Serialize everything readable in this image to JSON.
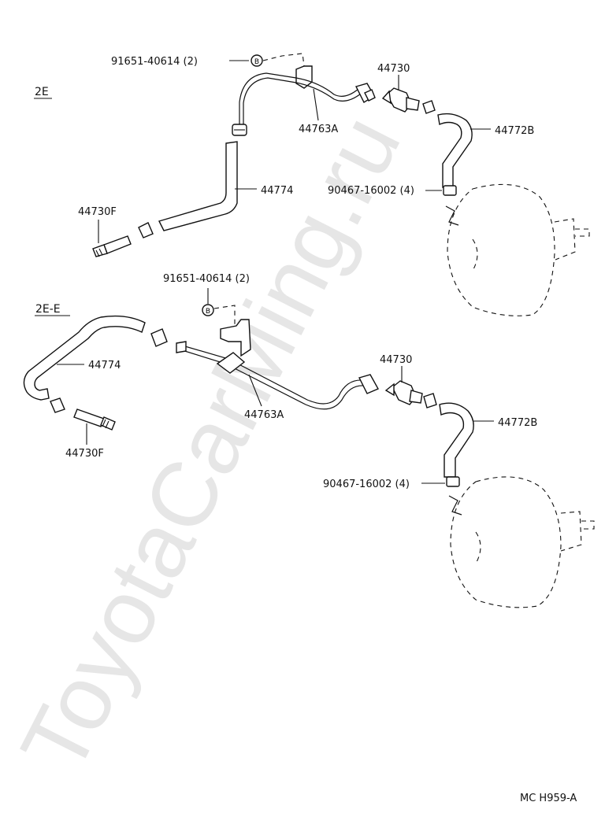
{
  "watermark": "ToyotaCarMing.ru",
  "figure_code": "MC H959-A",
  "sections": {
    "top": {
      "label": "2E",
      "parts": {
        "bolt_number": "91651-40614 (2)",
        "pipe": "44763A",
        "check_valve": "44730",
        "hose_right": "44772B",
        "hose_left": "44774",
        "clip": "90467-16002 (4)",
        "union": "44730F"
      }
    },
    "bottom": {
      "label": "2E-E",
      "parts": {
        "bolt_number": "91651-40614 (2)",
        "hose_left": "44774",
        "check_valve": "44730",
        "pipe": "44763A",
        "hose_right": "44772B",
        "union": "44730F",
        "clip": "90467-16002 (4)"
      }
    }
  },
  "bolt_badge_letter": "B"
}
